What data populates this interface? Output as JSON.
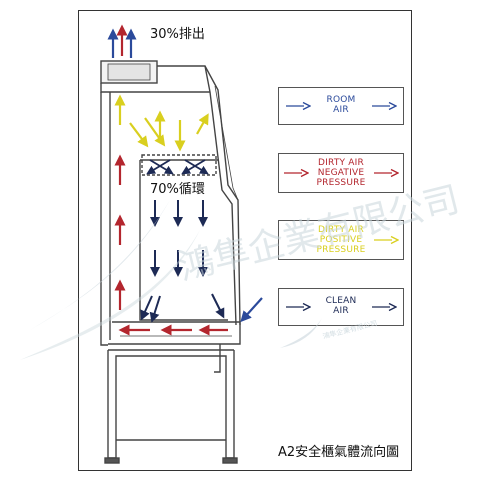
{
  "labels": {
    "exhaust": "30%排出",
    "recirculation": "70%循環",
    "caption": "A2安全櫃氣體流向圖"
  },
  "legend": [
    {
      "id": "room-air",
      "lines": [
        "ROOM",
        "AIR"
      ],
      "color": "#2b4a9b"
    },
    {
      "id": "dirty-air-negative",
      "lines": [
        "DIRTY AIR",
        "NEGATIVE",
        "PRESSURE"
      ],
      "color": "#b3262e"
    },
    {
      "id": "dirty-air-positive",
      "lines": [
        "DIRTY AIR",
        "POSITIVE",
        "PRESSURE"
      ],
      "color": "#d9cf1f"
    },
    {
      "id": "clean-air",
      "lines": [
        "CLEAN",
        "AIR"
      ],
      "color": "#1d2a55"
    }
  ],
  "watermark": {
    "text": "鴻隼企業有限公司",
    "small_text": "鴻隼企業有限公司"
  },
  "colors": {
    "room_air": "#2b4a9b",
    "dirty_negative": "#b3262e",
    "dirty_positive": "#d9cf1f",
    "clean_air": "#1d2a55",
    "outline": "#444444",
    "watermark": "#c9d6dc"
  }
}
